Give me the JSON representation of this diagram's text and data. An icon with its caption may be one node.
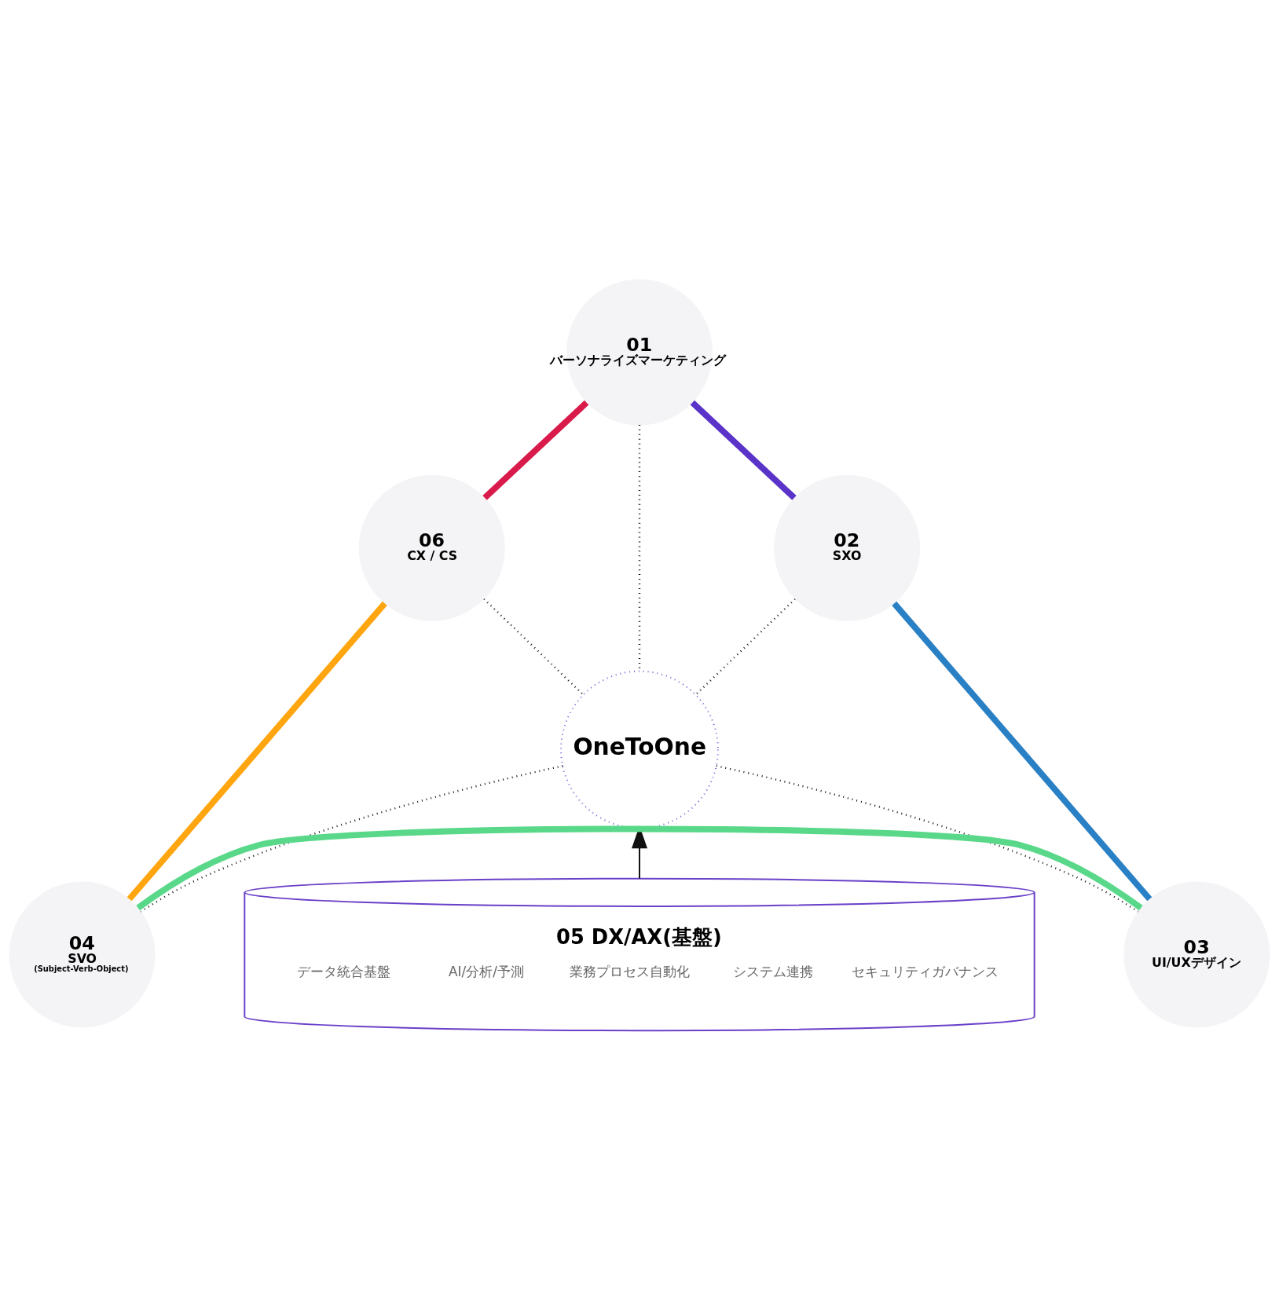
{
  "diagram": {
    "nodes": [
      {
        "text": [
          "01",
          "バーソナライズマーケティング"
        ]
      },
      {
        "text": [
          "06",
          "CX / CS"
        ]
      },
      {
        "text": [
          "02",
          "SXO"
        ]
      },
      {
        "text": [
          "OneToOne"
        ]
      },
      {
        "text": [
          "04",
          "SVO",
          "(Subject-Verb-Object)"
        ]
      },
      {
        "text": [
          "03",
          "UI/UXデザイン"
        ]
      },
      {
        "text": [
          "05 DX/AX(基盤)",
          "データ統合基盤",
          "AI/分析/予測",
          "業務プロセス自動化",
          "システム連携",
          "セキュリティガバナンス"
        ]
      }
    ],
    "edges": [
      {
        "from": 3,
        "to": 0,
        "arrow": "none",
        "style": "dashed"
      },
      {
        "from": 3,
        "to": 1,
        "arrow": "none",
        "style": "dashed"
      },
      {
        "from": 3,
        "to": 2,
        "arrow": "none",
        "style": "dashed"
      },
      {
        "from": 3,
        "to": 4,
        "arrow": "none",
        "style": "dashed"
      },
      {
        "from": 3,
        "to": 5,
        "arrow": "none",
        "style": "dashed"
      },
      {
        "from": 1,
        "to": 0,
        "arrow": "none",
        "style": "thick",
        "color": "#d81b4a"
      },
      {
        "from": 0,
        "to": 2,
        "arrow": "none",
        "style": "thick",
        "color": "#5a33c8"
      },
      {
        "from": 2,
        "to": 5,
        "arrow": "none",
        "style": "thick",
        "color": "#2a80c4"
      },
      {
        "from": 4,
        "to": 5,
        "arrow": "none",
        "style": "thick",
        "color": "#5ad88a"
      },
      {
        "from": 1,
        "to": 4,
        "arrow": "none",
        "style": "thick",
        "color": "#ffa510"
      },
      {
        "from": 6,
        "to": 3,
        "arrow": "to"
      }
    ]
  }
}
